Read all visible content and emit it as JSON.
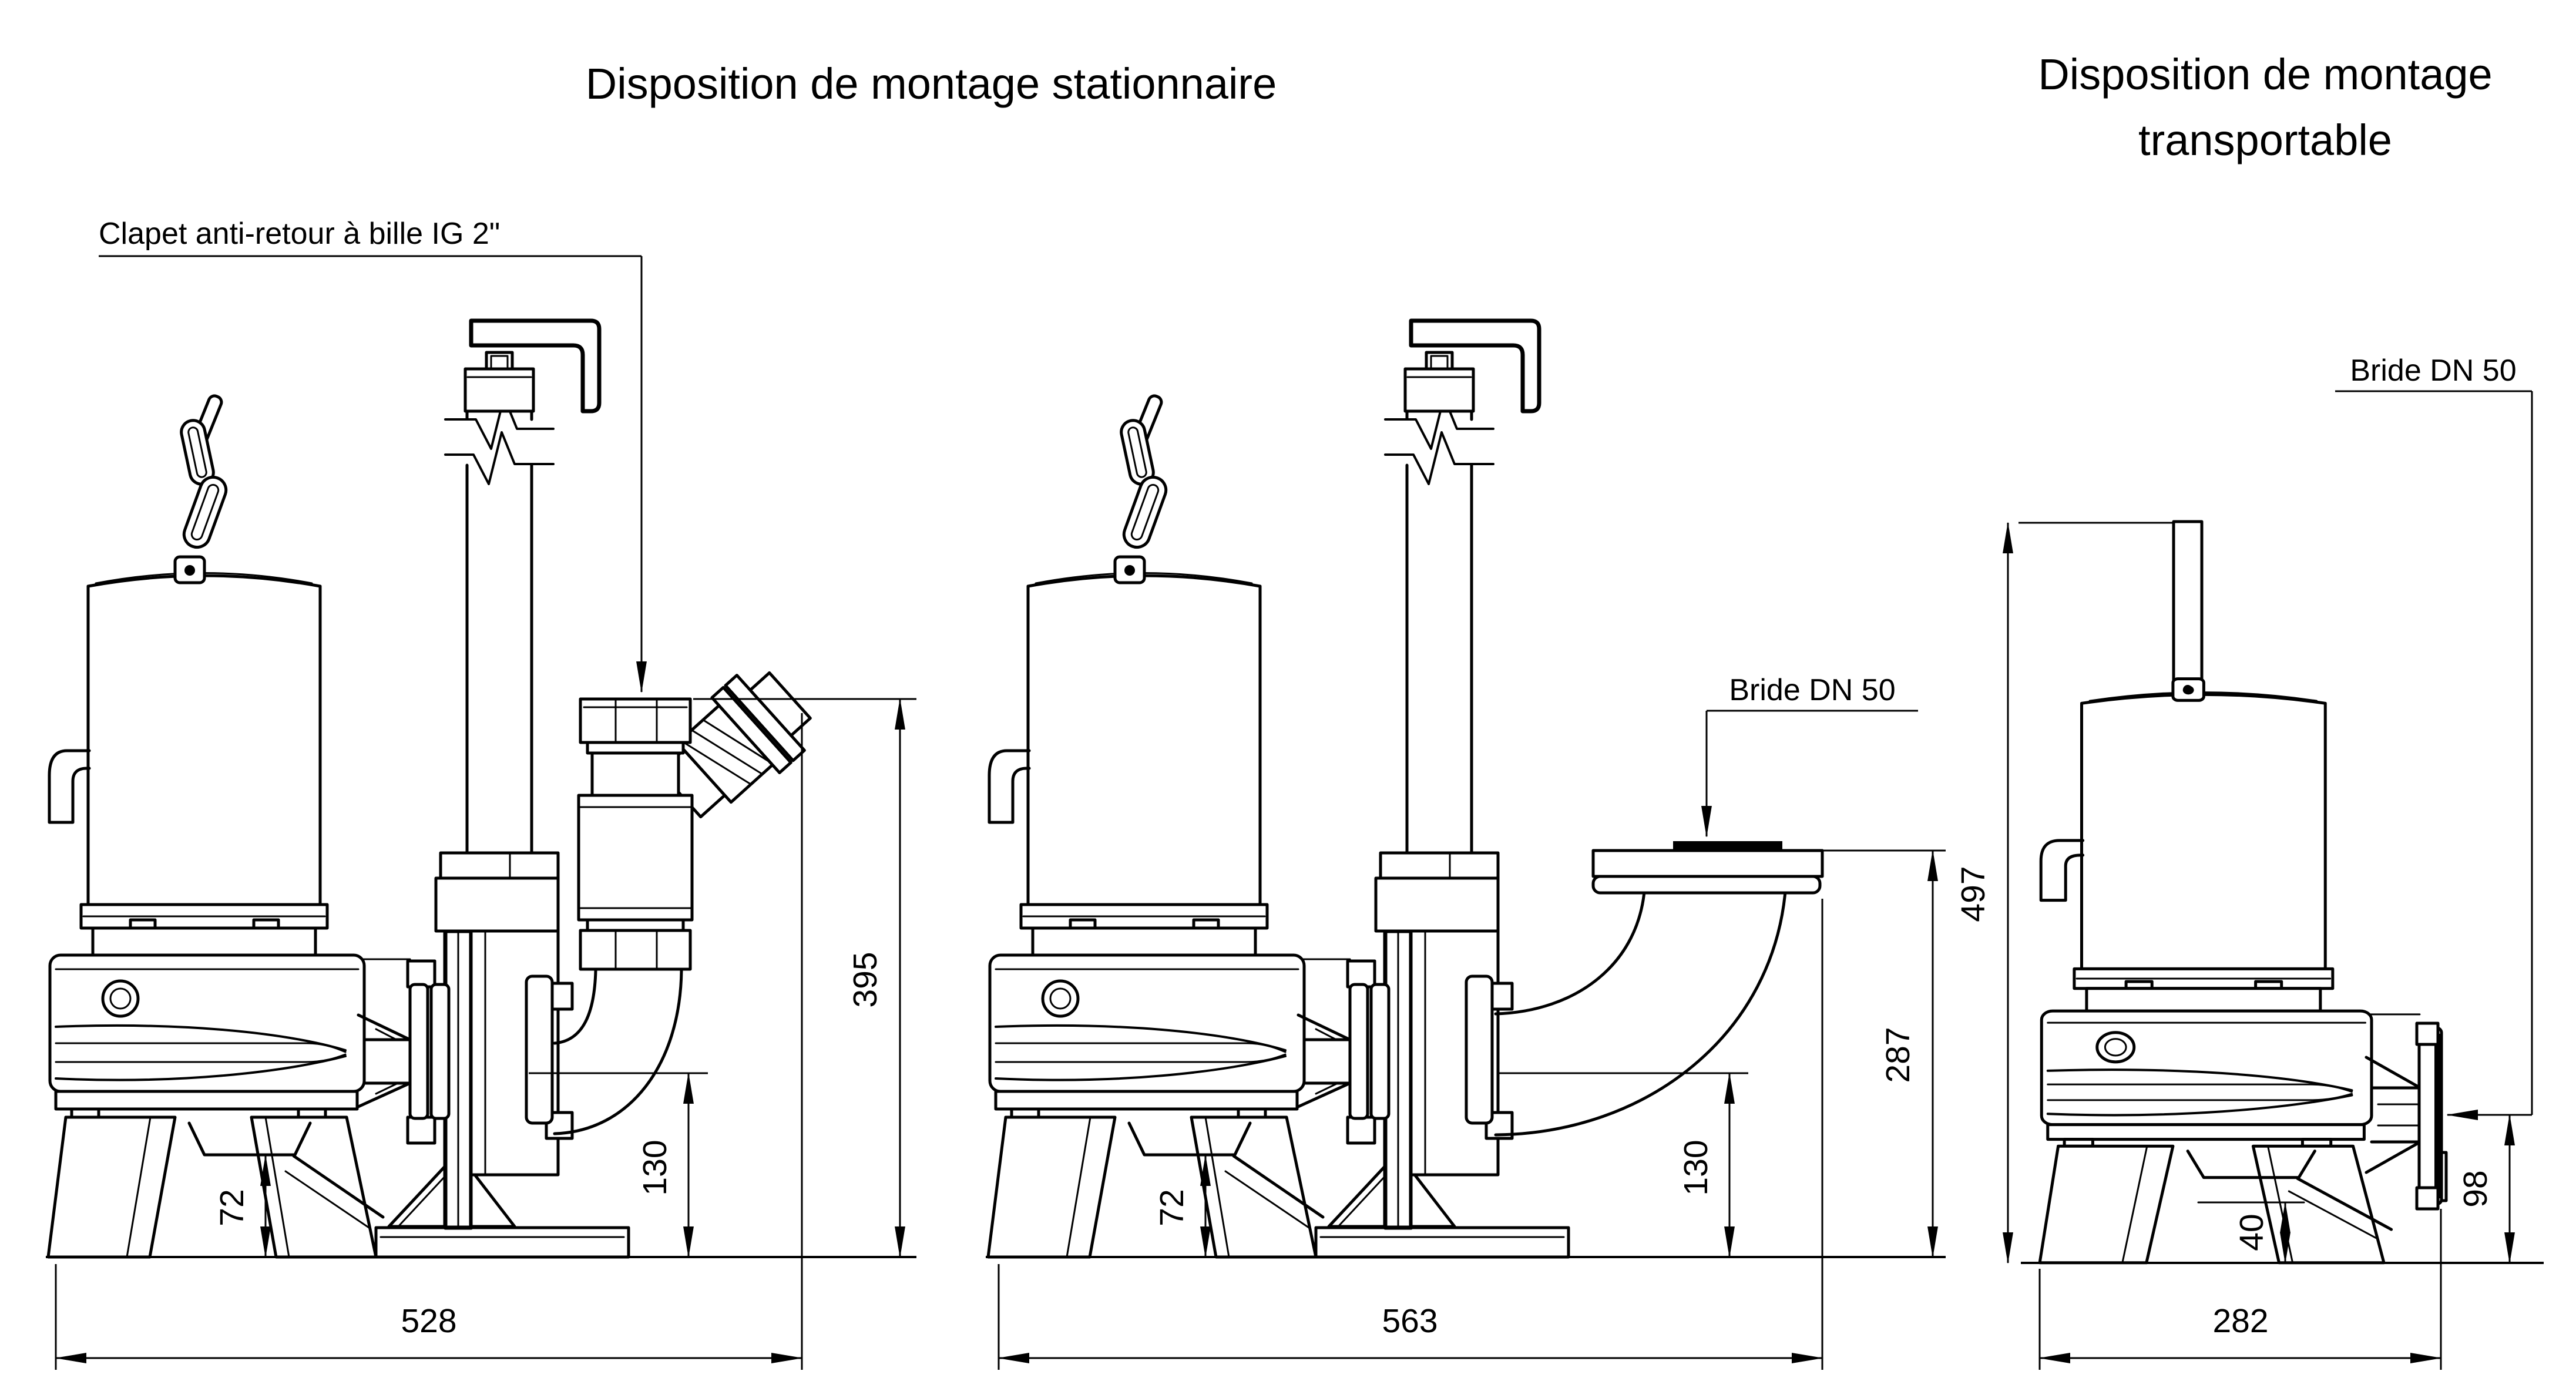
{
  "titles": {
    "stationary": "Disposition de montage stationnaire",
    "transportable_line1": "Disposition de montage",
    "transportable_line2": "transportable"
  },
  "labels": {
    "check_valve": "Clapet anti-retour à bille IG 2\"",
    "flange_middle": "Bride DN 50",
    "flange_right": "Bride DN 50"
  },
  "dimensions": {
    "with_check_valve": {
      "overall_width": "528",
      "valve_top_height": "395",
      "outlet_height": "130",
      "bottom_clearance": "72"
    },
    "with_flange": {
      "overall_width": "563",
      "flange_height": "287",
      "outlet_height": "130",
      "bottom_clearance": "72"
    },
    "transportable": {
      "overall_width": "282",
      "overall_height": "497",
      "outlet_height": "98",
      "bottom_clearance": "40"
    }
  }
}
